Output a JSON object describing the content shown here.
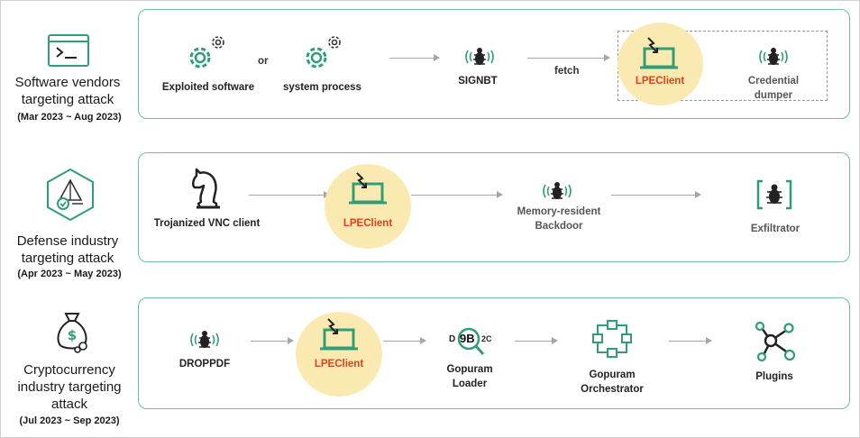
{
  "rows": [
    {
      "title": "Software vendors targeting attack",
      "dates": "(Mar 2023 ~ Aug 2023)",
      "nodes": {
        "exploited": "Exploited software",
        "or": "or",
        "system": "system process",
        "signbt": "SIGNBT",
        "fetch": "fetch",
        "lpe": "LPEClient",
        "dumper_line1": "Credential",
        "dumper_line2": "dumper"
      }
    },
    {
      "title": "Defense industry targeting attack",
      "dates": "(Apr 2023 ~ May 2023)",
      "nodes": {
        "vnc": "Trojanized VNC client",
        "lpe": "LPEClient",
        "backdoor_line1": "Memory-resident",
        "backdoor_line2": "Backdoor",
        "exfil": "Exfiltrator"
      }
    },
    {
      "title": "Cryptocurrency industry targeting attack",
      "dates": "(Jul 2023 ~ Sep 2023)",
      "nodes": {
        "droppdf": "DROPPDF",
        "lpe": "LPEClient",
        "loader_line1": "Gopuram",
        "loader_line2": "Loader",
        "orch_line1": "Gopuram",
        "orch_line2": "Orchestrator",
        "plugins": "Plugins",
        "loader_glyph_left": "D",
        "loader_glyph_mid": "9B",
        "loader_glyph_right": "2C"
      }
    }
  ],
  "side_titles": {
    "row1_line1": "Software vendors",
    "row1_line2": "targeting attack",
    "row2_line1": "Defense industry",
    "row2_line2": "targeting attack",
    "row3_line1": "Cryptocurrency",
    "row3_line2": "industry targeting",
    "row3_line3": "attack"
  },
  "colors": {
    "accent_green": "#2f9e78",
    "box_border": "#6fbea2",
    "highlight": "#fbe9b2",
    "lpe_text": "#e0401a",
    "arrow": "#a6a6a6"
  }
}
